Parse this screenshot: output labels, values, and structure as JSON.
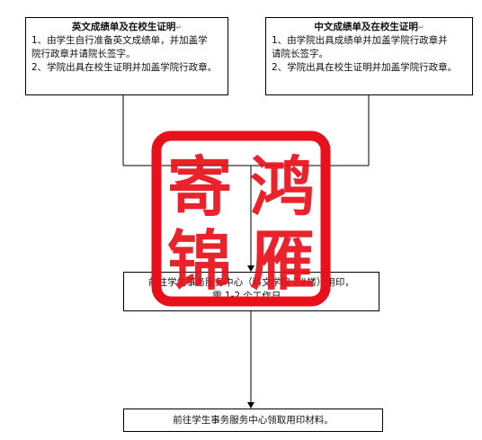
{
  "boxes": {
    "english": {
      "title": "英文成绩单及在校生证明",
      "line1": "1、由学生自行准备英文成绩单，并加盖学",
      "line2": "院行政章并请院长签字。",
      "line3": "2、学院出具在校生证明并加盖学院行政章。"
    },
    "chinese": {
      "title": "中文成绩单及在校生证明",
      "line1": "1、由学院出具成绩单并加盖学院行政章并",
      "line2": "请院长签字。",
      "line3": "2、学院出具在校生证明并加盖学院行政章。"
    },
    "service": {
      "line1": "前往学生事务服务中心（科文学院 2#楼）用印，",
      "line2": "需 1-2 个工作日。"
    },
    "pickup": {
      "line1": "前往学生事务服务中心领取用印材料。"
    }
  },
  "seal": {
    "chars": [
      "寄",
      "鸿",
      "锦",
      "雁"
    ],
    "color": "#e8101a"
  },
  "colors": {
    "line": "#000000",
    "box_border": "#000000"
  }
}
